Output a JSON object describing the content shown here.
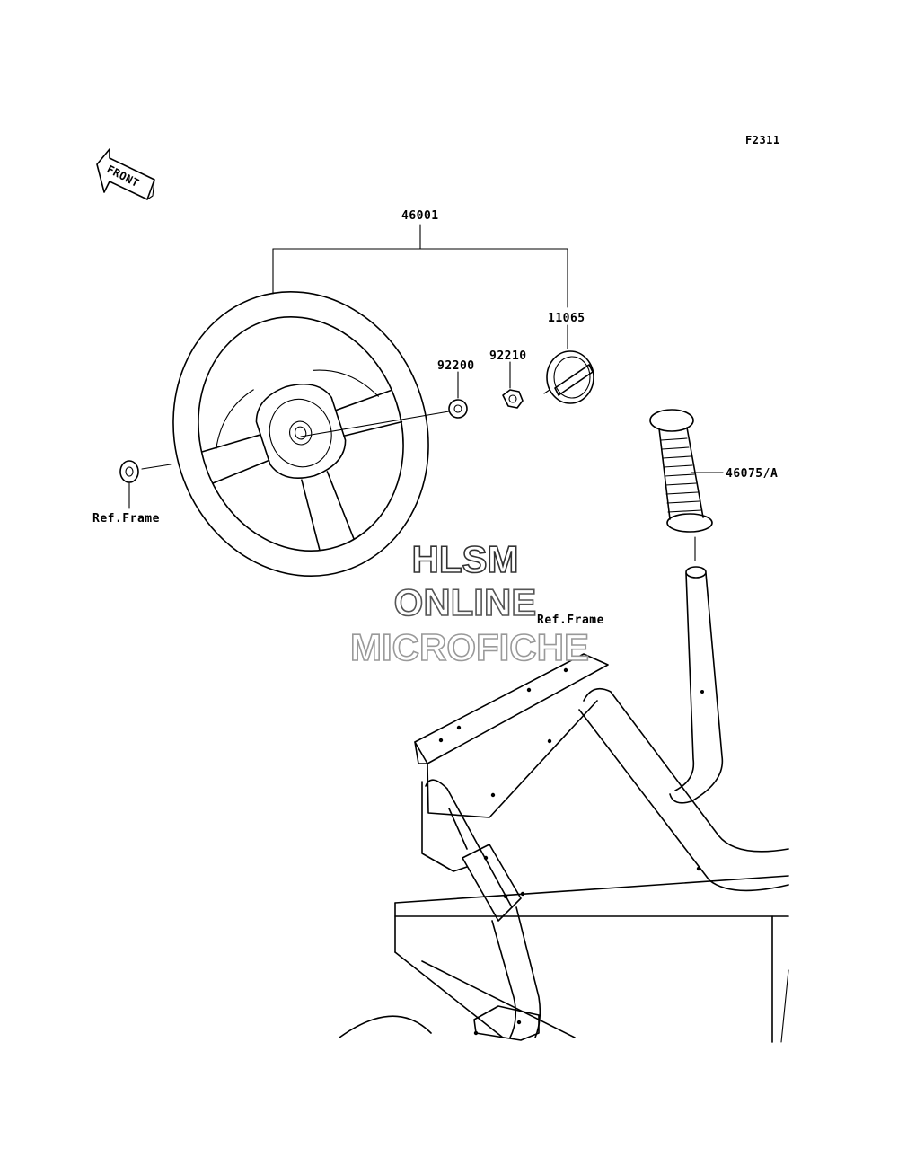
{
  "figure_code": "F2311",
  "front_label": "FRONT",
  "callouts": {
    "steering_wheel_assy": "46001",
    "emblem": "11065",
    "washer": "92200",
    "nut": "92210",
    "grip": "46075/A",
    "ref_frame_left": "Ref.Frame",
    "ref_frame_right": "Ref.Frame"
  },
  "watermark": {
    "line1": "HLSM",
    "line2": "ONLINE",
    "line3": "MICROFICHE"
  }
}
